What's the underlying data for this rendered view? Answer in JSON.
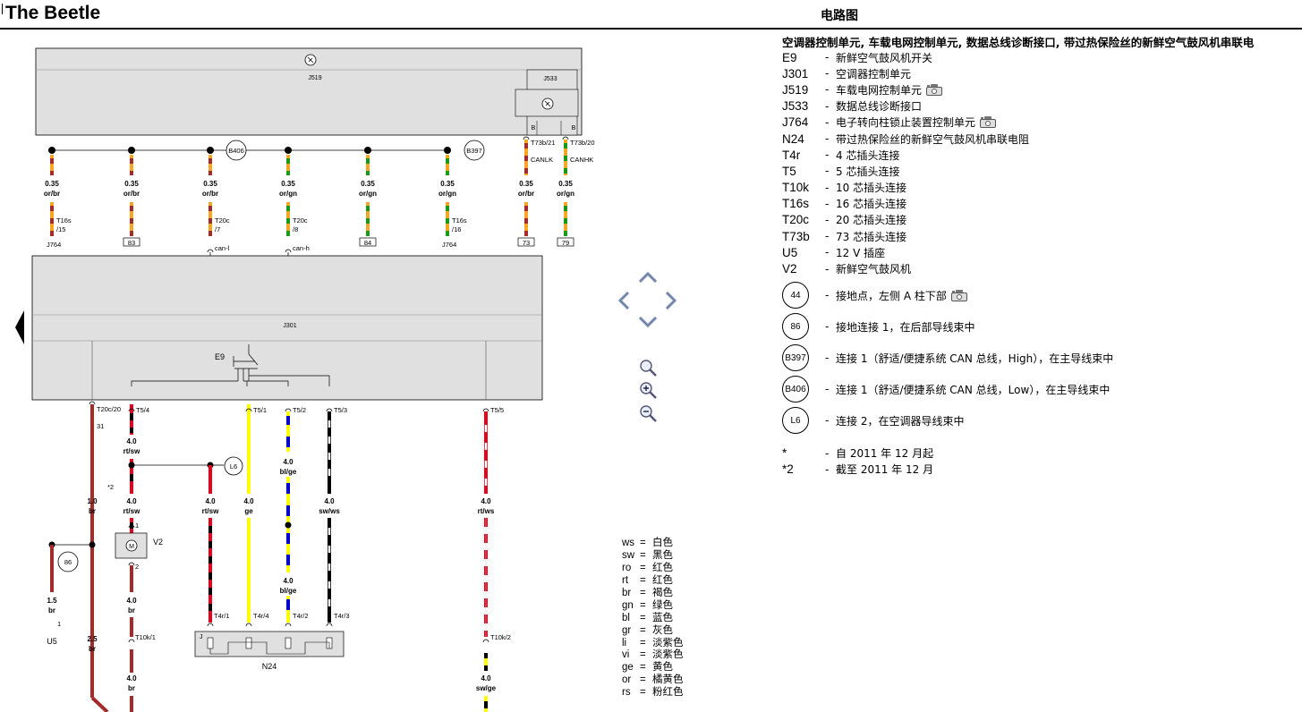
{
  "header": {
    "brand": "The Beetle",
    "page_title": "电路图"
  },
  "legend": {
    "heading": "空调器控制单元, 车载电网控制单元, 数据总线诊断接口, 带过热保险丝的新鲜空气鼓风机串联电",
    "components": [
      {
        "code": "E9",
        "desc": "新鲜空气鼓风机开关"
      },
      {
        "code": "J301",
        "desc": "空调器控制单元"
      },
      {
        "code": "J519",
        "desc": "车载电网控制单元",
        "photo": true
      },
      {
        "code": "J533",
        "desc": "数据总线诊断接口"
      },
      {
        "code": "J764",
        "desc": "电子转向柱锁止装置控制单元",
        "photo": true
      },
      {
        "code": "N24",
        "desc": "带过热保险丝的新鲜空气鼓风机串联电阻"
      },
      {
        "code": "T4r",
        "desc": "4 芯插头连接"
      },
      {
        "code": "T5",
        "desc": "5 芯插头连接"
      },
      {
        "code": "T10k",
        "desc": "10 芯插头连接"
      },
      {
        "code": "T16s",
        "desc": "16 芯插头连接"
      },
      {
        "code": "T20c",
        "desc": "20 芯插头连接"
      },
      {
        "code": "T73b",
        "desc": "73 芯插头连接"
      },
      {
        "code": "U5",
        "desc": "12 V 插座"
      },
      {
        "code": "V2",
        "desc": "新鲜空气鼓风机"
      }
    ],
    "symbols": [
      {
        "code": "44",
        "desc": "接地点，左侧  A 柱下部",
        "photo": true
      },
      {
        "code": "86",
        "desc": "接地连接  1，在后部导线束中"
      },
      {
        "code": "B397",
        "desc": "连接  1（舒适/便捷系统  CAN 总线，High），在主导线束中"
      },
      {
        "code": "B406",
        "desc": "连接  1（舒适/便捷系统  CAN 总线，Low），在主导线束中"
      },
      {
        "code": "L6",
        "desc": "连接  2，在空调器导线束中"
      }
    ],
    "notes": [
      {
        "code": "*",
        "desc": "自  2011 年  12 月起"
      },
      {
        "code": "*2",
        "desc": "截至  2011 年  12 月"
      }
    ],
    "dash": "-"
  },
  "color_legend": [
    {
      "abbr": "ws",
      "name": "白色"
    },
    {
      "abbr": "sw",
      "name": "黑色"
    },
    {
      "abbr": "ro",
      "name": "红色"
    },
    {
      "abbr": "rt",
      "name": "红色"
    },
    {
      "abbr": "br",
      "name": "褐色"
    },
    {
      "abbr": "gn",
      "name": "绿色"
    },
    {
      "abbr": "bl",
      "name": "蓝色"
    },
    {
      "abbr": "gr",
      "name": "灰色"
    },
    {
      "abbr": "li",
      "name": "淡紫色"
    },
    {
      "abbr": "vi",
      "name": "淡紫色"
    },
    {
      "abbr": "ge",
      "name": "黄色"
    },
    {
      "abbr": "or",
      "name": "橘黄色"
    },
    {
      "abbr": "rs",
      "name": "粉红色"
    }
  ],
  "diagram": {
    "modules": {
      "j519": "J519",
      "j533": "J533",
      "j301": "J301",
      "e9": "E9",
      "v2": "V2",
      "n24": "N24",
      "u5": "U5",
      "j533_pin_b1": "B",
      "j533_pin_b2": "B"
    },
    "connectors": {
      "b406": "B406",
      "b397": "B397",
      "l6": "L6",
      "g86": "86"
    },
    "top_wires": [
      {
        "id": "w1",
        "size": "0.35",
        "color": "or/br",
        "lower": "T16s/15",
        "below": "J764"
      },
      {
        "id": "w2",
        "size": "0.35",
        "color": "or/br",
        "box": "83"
      },
      {
        "id": "w3",
        "size": "0.35",
        "color": "or/br",
        "lower": "T20c/7",
        "sub": "can-l"
      },
      {
        "id": "w4",
        "size": "0.35",
        "color": "or/gn",
        "lower": "T20c/8",
        "sub": "can-h"
      },
      {
        "id": "w5",
        "size": "0.35",
        "color": "or/gn",
        "box": "84"
      },
      {
        "id": "w6",
        "size": "0.35",
        "color": "or/gn",
        "lower": "T16s/16",
        "below": "J764"
      },
      {
        "id": "w7",
        "size": "0.35",
        "color": "or/br",
        "top": "T73b/21",
        "topsub": "CANLK",
        "box": "73"
      },
      {
        "id": "w8",
        "size": "0.35",
        "color": "or/gn",
        "top": "T73b/20",
        "topsub": "CANHK",
        "box": "79"
      }
    ],
    "lower_labels": {
      "t20c20": "T20c/20",
      "t20c20_sub": "31",
      "t5_4": "T5/4",
      "t5_1": "T5/1",
      "t5_2": "T5/2",
      "t5_3": "T5/3",
      "t5_5": "T5/5",
      "w_rtsw_a_size": "4.0",
      "w_rtsw_a_color": "rt/sw",
      "w_star2": "*2",
      "w_br_size": "1.0",
      "w_br_color": "br",
      "w_rtsw_b_size": "4.0",
      "w_rtsw_b_color": "rt/sw",
      "w_rtsw_c_size": "4.0",
      "w_rtsw_c_color": "rt/sw",
      "w_ge_size": "4.0",
      "w_ge_color": "ge",
      "w_blge_a_size": "4.0",
      "w_blge_a_color": "bl/ge",
      "w_blge_b_size": "4.0",
      "w_blge_b_color": "bl/ge",
      "w_swws_size": "4.0",
      "w_swws_color": "sw/ws",
      "w_rtws_size": "4.0",
      "w_rtws_color": "rt/ws",
      "v2_pin1": "1",
      "v2_pin2": "2",
      "w_v2br_size": "4.0",
      "w_v2br_color": "br",
      "w_u5_size": "1.5",
      "w_u5_color": "br",
      "u5_pin": "1",
      "w_br25_size": "2.5",
      "w_br25_color": "br",
      "t10k1": "T10k/1",
      "t10k2": "T10k/2",
      "w_t10k1_size": "4.0",
      "w_t10k1_color": "br",
      "w_swge_size": "4.0",
      "w_swge_color": "sw/ge",
      "t4r1": "T4r/1",
      "t4r4": "T4r/4",
      "t4r2": "T4r/2",
      "t4r3": "T4r/3",
      "n24_j": "J"
    }
  },
  "colors": {
    "orange": "#f5a623",
    "brown": "#a52a2a",
    "green": "#1a9a1a",
    "red": "#e8001c",
    "yellow": "#ffff00",
    "blue": "#0000cc",
    "module_gray": "#e0e0e0"
  }
}
